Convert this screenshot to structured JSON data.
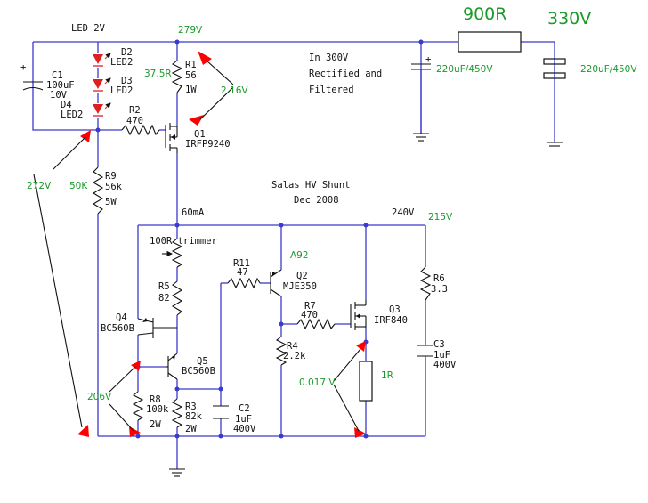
{
  "title": "Salas HV Shunt",
  "date": "Dec 2008",
  "input_note": [
    "In 300V",
    "Rectified and",
    "Filtered"
  ],
  "colors": {
    "wire": "#3a3acc",
    "annotation": "#1a9a2a",
    "arrow": "#ff0000",
    "led": "#e02020"
  },
  "labels": {
    "led_top": "LED 2V",
    "v279": "279V",
    "r900": "900R",
    "v330": "330V",
    "cap_in": "220uF/450V",
    "cap_out": "220uF/450V",
    "c1": [
      "C1",
      "100uF",
      "10V"
    ],
    "d2": [
      "D2",
      "LED2"
    ],
    "d3": [
      "D3",
      "LED2"
    ],
    "d4": [
      "D4",
      "LED2"
    ],
    "r1": [
      "R1",
      "56",
      "1W"
    ],
    "r1_ann": "37.5R",
    "v216": "2.16V",
    "r2": [
      "R2",
      "470"
    ],
    "q1": [
      "Q1",
      "IRFP9240"
    ],
    "v272": "272V",
    "k50": "50K",
    "r9": [
      "R9",
      "56k",
      "5W"
    ],
    "i60": "60mA",
    "v240": "240V",
    "v215": "215V",
    "trimmer": "100R trimmer",
    "r5": [
      "R5",
      "82"
    ],
    "r11": [
      "R11",
      "47"
    ],
    "a92": "A92",
    "q2": [
      "Q2",
      "MJE350"
    ],
    "r6": [
      "R6",
      "3.3"
    ],
    "r7": [
      "R7",
      "470"
    ],
    "q3": [
      "Q3",
      "IRF840"
    ],
    "q4": [
      "Q4",
      "BC560B"
    ],
    "q5": [
      "Q5",
      "BC560B"
    ],
    "r4": [
      "R4",
      "2.2k"
    ],
    "c3": [
      "C3",
      "1uF",
      "400V"
    ],
    "v0017": "0.017 V",
    "r_1r": "1R",
    "v206": "206V",
    "r8": [
      "R8",
      "100k",
      "2W"
    ],
    "r3": [
      "R3",
      "82k",
      "2W"
    ],
    "c2": [
      "C2",
      "1uF",
      "400V"
    ],
    "plus": "+"
  }
}
